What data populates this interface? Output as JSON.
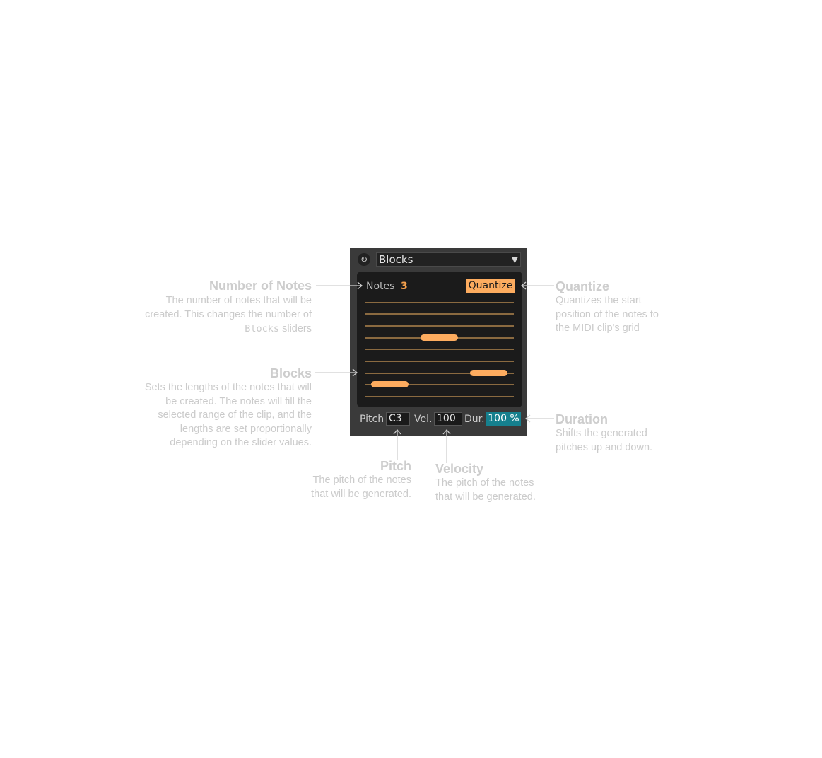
{
  "device": {
    "reset_icon": "reset-icon",
    "mode": "Blocks",
    "dropdown_icon": "triangle-down-icon",
    "notes_label": "Notes",
    "notes_value": "3",
    "quantize_label": "Quantize",
    "pitch_label": "Pitch",
    "pitch_value": "C3",
    "vel_label": "Vel.",
    "vel_value": "100",
    "dur_label": "Dur.",
    "dur_value": "100 %",
    "accent_color": "#fdac5f",
    "duration_color": "#15808e"
  },
  "annotations": {
    "number_of_notes": {
      "title": "Number of Notes",
      "line1": "The number of notes that will be",
      "line2": "created. This changes the number of",
      "line3_code": "Blocks",
      "line3_rest": " sliders"
    },
    "blocks": {
      "title": "Blocks",
      "lines": [
        "Sets the lengths of the notes that will",
        "be created. The notes will fill the",
        "selected range of the clip, and the",
        "lengths are set proportionally",
        "depending on  the slider values."
      ]
    },
    "quantize": {
      "title": "Quantize",
      "lines": [
        "Quantizes the start",
        "position of the notes to",
        "the MIDI clip's grid"
      ]
    },
    "duration": {
      "title": "Duration",
      "lines": [
        "Shifts the generated",
        "pitches up and down."
      ]
    },
    "pitch": {
      "title": "Pitch",
      "lines": [
        "The pitch of the notes",
        "that will be generated."
      ]
    },
    "velocity": {
      "title": "Velocity",
      "lines": [
        "The pitch of the notes",
        "that will be generated."
      ]
    }
  }
}
